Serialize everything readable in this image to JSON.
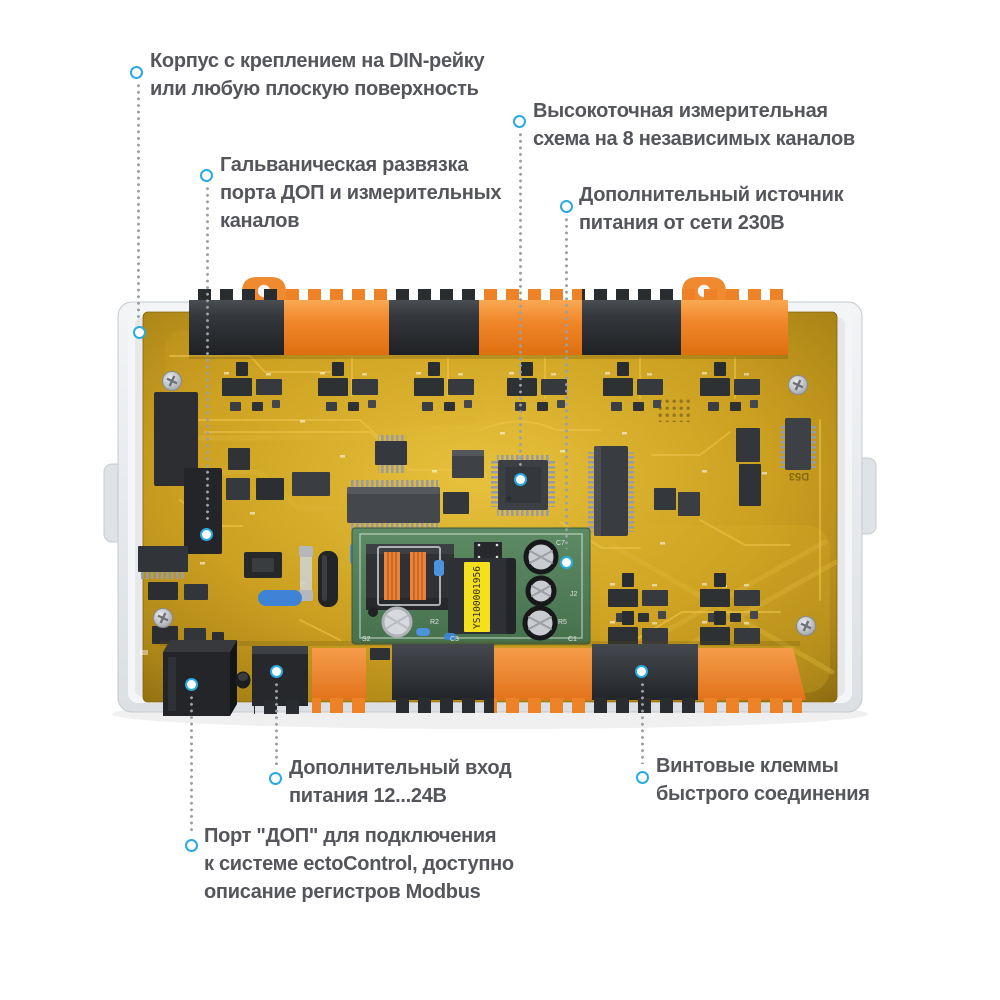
{
  "figure": {
    "description": "Annotated top view of an ectoControl 8-channel measurement module PCB in a light-gray DIN-rail enclosure",
    "background": "#ffffff"
  },
  "annotation_style": {
    "marker_color": "#2aaae2",
    "dot_color": "#9aa0a6",
    "text_color": "#54565b"
  },
  "callouts": [
    {
      "name": "enclosure",
      "lines": [
        "Корпус с креплением на DIN-рейку",
        "или любую плоскую поверхность"
      ]
    },
    {
      "name": "galvanic-isolation",
      "lines": [
        "Гальваническая развязка",
        "порта ДОП и измерительных",
        "каналов"
      ]
    },
    {
      "name": "measurement-circuit",
      "lines": [
        "Высокоточная измерительная",
        "схема на 8 независимых каналов"
      ]
    },
    {
      "name": "psu-230v",
      "lines": [
        "Дополнительный источник",
        "питания от сети 230В"
      ]
    },
    {
      "name": "aux-power-input",
      "lines": [
        "Дополнительный вход",
        "питания 12...24В"
      ]
    },
    {
      "name": "dop-port",
      "lines": [
        "Порт \"ДОП\" для подключения",
        "к системе ectoControl, доступно",
        "описание регистров Modbus"
      ]
    },
    {
      "name": "screw-terminals",
      "lines": [
        "Винтовые клеммы",
        "быстрого соединения"
      ]
    }
  ],
  "board_markings": {
    "d53": "D53",
    "psu_label": "YS100001956",
    "refs": {
      "r2": "R2",
      "c3": "C3",
      "r5": "R5",
      "c1": "C1",
      "j2": "J2",
      "c7": "C7",
      "s2": "S2"
    }
  },
  "device_colors": {
    "pcb_gold": "#cb9f20",
    "terminal_orange": "#ef8429",
    "terminal_black": "#2b2d31",
    "enclosure_gray": "#eef0f2",
    "psu_module_green": "#4f7d56"
  }
}
